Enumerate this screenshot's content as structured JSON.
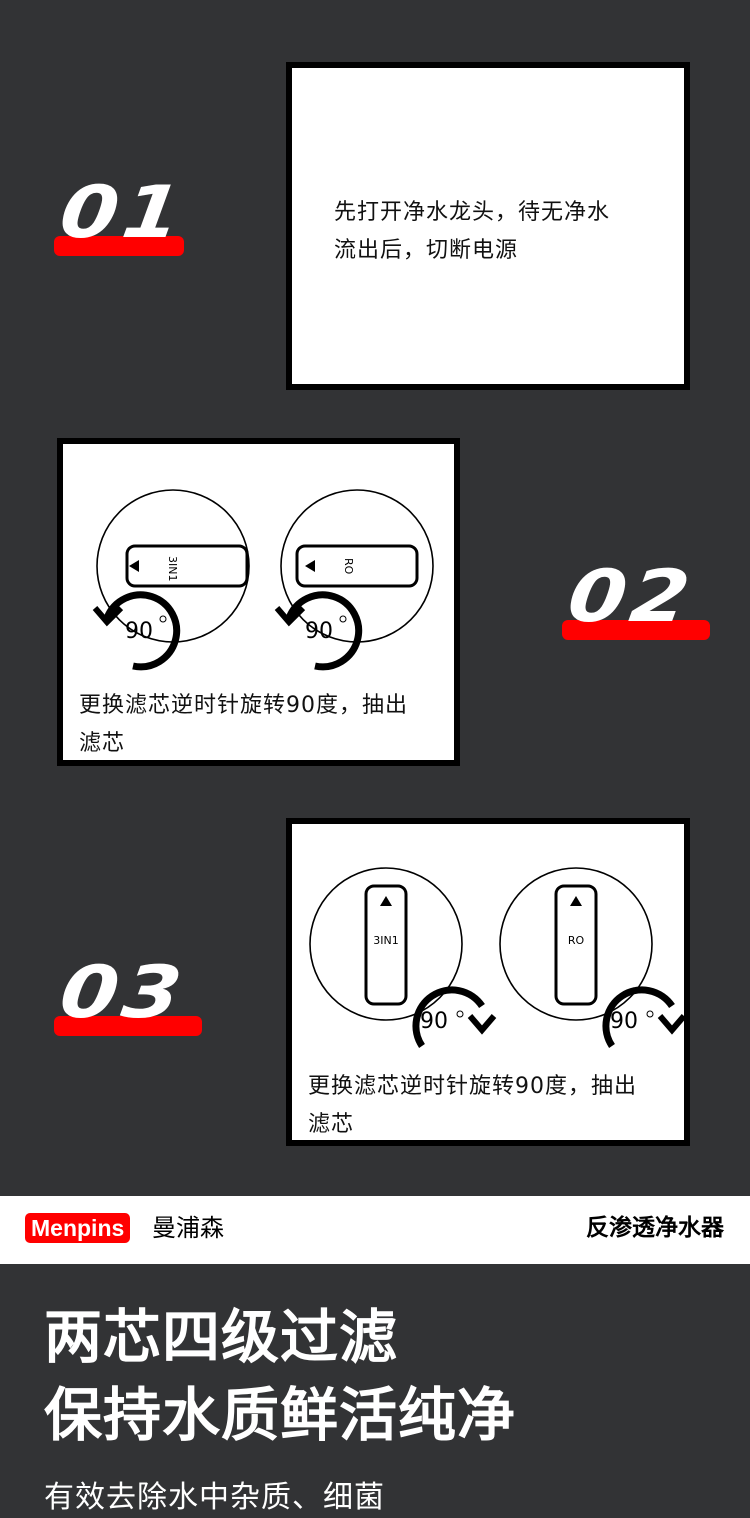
{
  "steps": [
    {
      "number": "01",
      "text_line1": "先打开净水龙头，待无净水",
      "text_line2": "流出后，切断电源"
    },
    {
      "number": "02",
      "text_line1": "更换滤芯逆时针旋转90度，抽出",
      "text_line2": "滤芯",
      "dials": [
        {
          "label": "3IN1",
          "angle": "90°"
        },
        {
          "label": "RO",
          "angle": "90°"
        }
      ]
    },
    {
      "number": "03",
      "text_line1": "更换滤芯逆时针旋转90度，抽出",
      "text_line2": "滤芯",
      "dials": [
        {
          "label": "3IN1",
          "angle": "90°"
        },
        {
          "label": "RO",
          "angle": "90°"
        }
      ]
    }
  ],
  "brand": {
    "badge": "Menpins",
    "name_cn": "曼浦森",
    "product": "反渗透净水器"
  },
  "headline": {
    "line1": "两芯四级过滤",
    "line2": "保持水质鲜活纯净",
    "sub": "有效去除水中杂质、细菌"
  },
  "colors": {
    "background": "#323335",
    "accent": "#ff0000",
    "card": "#ffffff"
  }
}
